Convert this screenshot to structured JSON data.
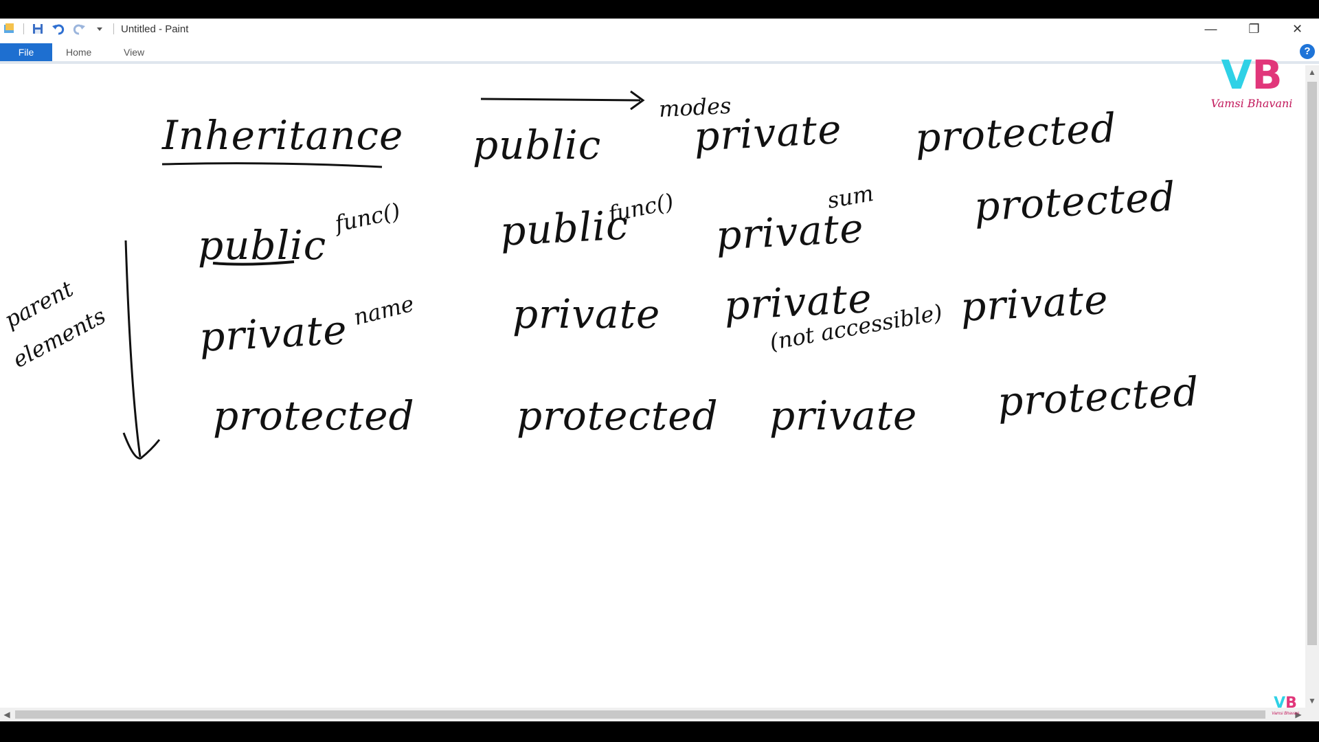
{
  "window": {
    "title": "Untitled - Paint",
    "controls": {
      "minimize": "—",
      "restore": "❐",
      "close": "✕"
    }
  },
  "ribbon": {
    "tabs": [
      {
        "label": "File"
      },
      {
        "label": "Home"
      },
      {
        "label": "View"
      }
    ],
    "help": "?"
  },
  "canvas": {
    "modes_label": "modes",
    "heading": "Inheritance",
    "header_row": [
      "public",
      "private",
      "protected"
    ],
    "side_label": [
      "parent",
      "elements"
    ],
    "rows": [
      {
        "member": "public",
        "member_note": "func()",
        "cells": [
          "public",
          "private",
          "protected"
        ],
        "cell_notes": [
          "func()",
          "sum"
        ]
      },
      {
        "member": "private",
        "member_note": "name",
        "cells": [
          "private",
          "private",
          "private"
        ],
        "cell_notes": [
          "(not accessible)"
        ]
      },
      {
        "member": "protected",
        "cells": [
          "protected",
          "private",
          "protected"
        ]
      }
    ]
  },
  "logo": {
    "name": "Vamsi Bhavani",
    "mark_v": "V",
    "mark_b": "B"
  }
}
